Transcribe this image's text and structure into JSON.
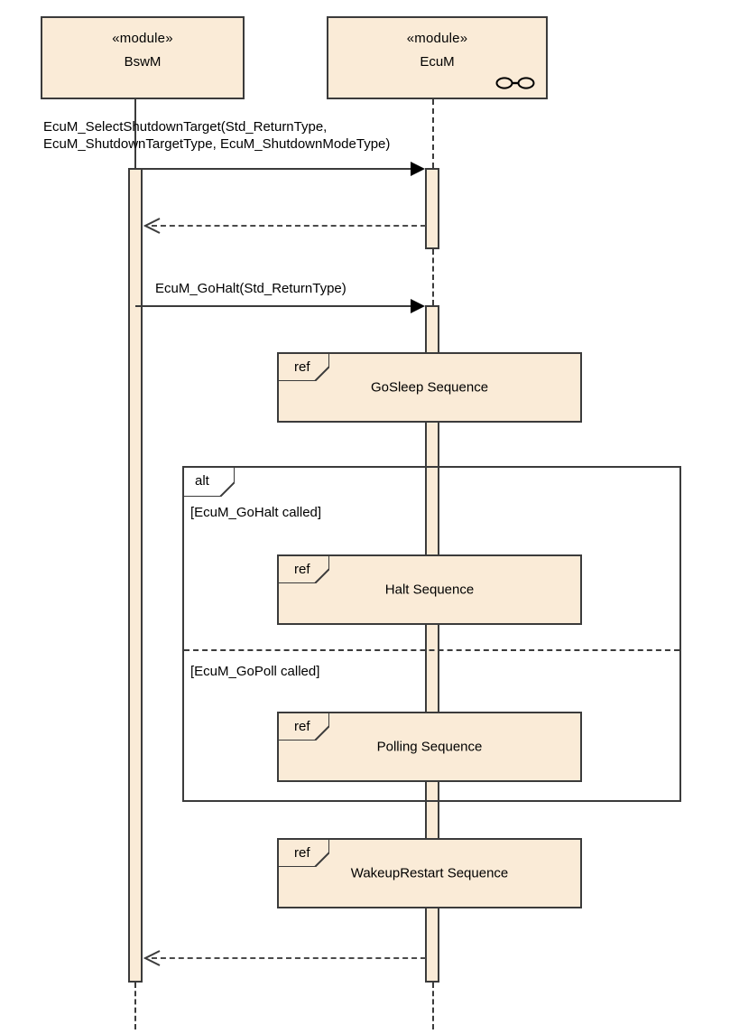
{
  "diagram": {
    "kind": "uml-sequence-diagram",
    "colors": {
      "fill": "#FAEBD7",
      "stroke": "#3B3B3B",
      "text": "#000000",
      "background": "#FFFFFF"
    }
  },
  "lifelines": [
    {
      "id": "bswm",
      "stereotype": "«module»",
      "name": "BswM",
      "has_interface_icon": false
    },
    {
      "id": "ecum",
      "stereotype": "«module»",
      "name": "EcuM",
      "has_interface_icon": true,
      "interface_icon": "ball-and-socket-icon"
    }
  ],
  "messages": [
    {
      "id": "m1",
      "label": "EcuM_SelectShutdownTarget(Std_ReturnType,\nEcuM_ShutdownTargetType, EcuM_ShutdownModeType)",
      "from": "bswm",
      "to": "ecum",
      "style": "synchronous-call"
    },
    {
      "id": "m2",
      "label": "",
      "from": "ecum",
      "to": "bswm",
      "style": "return"
    },
    {
      "id": "m3",
      "label": "EcuM_GoHalt(Std_ReturnType)",
      "from": "bswm",
      "to": "ecum",
      "style": "synchronous-call"
    },
    {
      "id": "m4",
      "label": "",
      "from": "ecum",
      "to": "bswm",
      "style": "return"
    }
  ],
  "ref_fragments": [
    {
      "id": "ref-gosleep",
      "tab": "ref",
      "title": "GoSleep Sequence"
    },
    {
      "id": "ref-halt",
      "tab": "ref",
      "title": "Halt Sequence"
    },
    {
      "id": "ref-polling",
      "tab": "ref",
      "title": "Polling Sequence"
    },
    {
      "id": "ref-wakeuprestart",
      "tab": "ref",
      "title": "WakeupRestart Sequence"
    }
  ],
  "alt_fragment": {
    "id": "alt-gohalt-gopoll",
    "tab": "alt",
    "operands": [
      {
        "guard": "[EcuM_GoHalt called]",
        "ref": "Halt Sequence"
      },
      {
        "guard": "[EcuM_GoPoll called]",
        "ref": "Polling Sequence"
      }
    ]
  }
}
